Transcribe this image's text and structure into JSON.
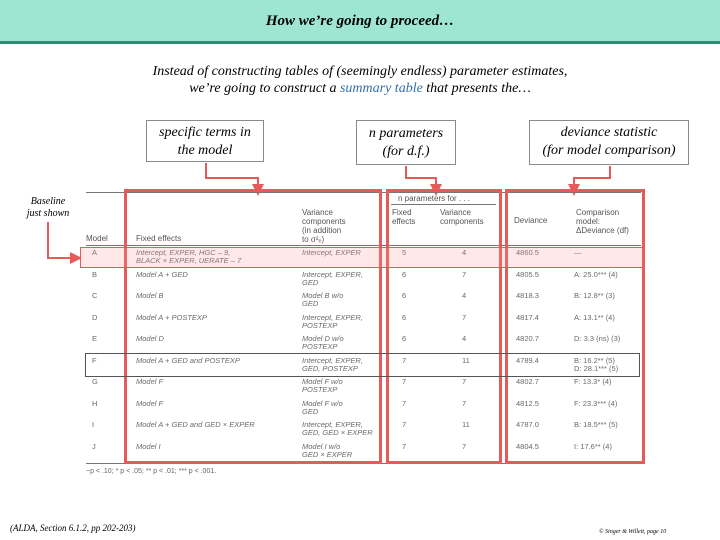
{
  "slide": {
    "title": "How we’re going to proceed…",
    "intro_line1": "Instead of constructing tables of (seemingly endless) parameter estimates,",
    "intro_line2_pre": "we’re going to construct a ",
    "intro_line2_highlight": "summary table",
    "intro_line2_post": " that presents the…",
    "box_terms_line1": "specific terms in",
    "box_terms_line2": "the model",
    "box_params_line1": "n parameters",
    "box_params_line2": "(for d.f.)",
    "box_dev_line1": "deviance statistic",
    "box_dev_line2": "(for model comparison)",
    "side_note_line1": "Baseline",
    "side_note_line2": "just shown",
    "footer_left": "(ALDA, Section 6.1.2, pp 202-203)",
    "footer_right": "© Singer & Willett, page 10",
    "accent_red": "#e85a5a",
    "title_bg": "#9ee6d2"
  },
  "table": {
    "group_header": "n parameters for . . .",
    "headers": {
      "model": "Model",
      "fixed": "Fixed effects",
      "variance_line1": "Variance",
      "variance_line2": "components",
      "variance_line3": "(in addition",
      "variance_line4": "to σ²ₑ)",
      "n_fixed_line1": "Fixed",
      "n_fixed_line2": "effects",
      "n_var_line1": "Variance",
      "n_var_line2": "components",
      "deviance": "Deviance",
      "comparison_line1": "Comparison",
      "comparison_line2": "model:",
      "comparison_line3": "ΔDeviance (df)"
    },
    "rows": [
      {
        "model": "A",
        "fixed1": "Intercept, EXPER, HGC – 9,",
        "fixed2": "BLACK × EXPER, UERATE – 7",
        "var1": "Intercept, EXPER",
        "var2": "",
        "nf": "5",
        "nv": "4",
        "dev": "4860.5",
        "cmp1": "—",
        "cmp2": ""
      },
      {
        "model": "B",
        "fixed1": "Model A + GED",
        "fixed2": "",
        "var1": "Intercept, EXPER,",
        "var2": "GED",
        "nf": "6",
        "nv": "7",
        "dev": "4805.5",
        "cmp1": "A: 25.0*** (4)",
        "cmp2": ""
      },
      {
        "model": "C",
        "fixed1": "Model B",
        "fixed2": "",
        "var1": "Model B w/o",
        "var2": "GED",
        "nf": "6",
        "nv": "4",
        "dev": "4818.3",
        "cmp1": "B: 12.8** (3)",
        "cmp2": ""
      },
      {
        "model": "D",
        "fixed1": "Model A + POSTEXP",
        "fixed2": "",
        "var1": "Intercept, EXPER,",
        "var2": "POSTEXP",
        "nf": "6",
        "nv": "7",
        "dev": "4817.4",
        "cmp1": "A: 13.1** (4)",
        "cmp2": ""
      },
      {
        "model": "E",
        "fixed1": "Model D",
        "fixed2": "",
        "var1": "Model D w/o",
        "var2": "POSTEXP",
        "nf": "6",
        "nv": "4",
        "dev": "4820.7",
        "cmp1": "D: 3.3 (ns) (3)",
        "cmp2": ""
      },
      {
        "model": "F",
        "fixed1": "Model A + GED and POSTEXP",
        "fixed2": "",
        "var1": "Intercept, EXPER,",
        "var2": "GED, POSTEXP",
        "nf": "7",
        "nv": "11",
        "dev": "4789.4",
        "cmp1": "B: 16.2** (5)",
        "cmp2": "D: 28.1*** (5)"
      },
      {
        "model": "G",
        "fixed1": "Model F",
        "fixed2": "",
        "var1": "Model F w/o",
        "var2": "POSTEXP",
        "nf": "7",
        "nv": "7",
        "dev": "4802.7",
        "cmp1": "F: 13.3* (4)",
        "cmp2": ""
      },
      {
        "model": "H",
        "fixed1": "Model F",
        "fixed2": "",
        "var1": "Model F w/o",
        "var2": "GED",
        "nf": "7",
        "nv": "7",
        "dev": "4812.5",
        "cmp1": "F: 23.3*** (4)",
        "cmp2": ""
      },
      {
        "model": "I",
        "fixed1": "Model A + GED and GED × EXPER",
        "fixed2": "",
        "var1": "Intercept, EXPER,",
        "var2": "GED, GED × EXPER",
        "nf": "7",
        "nv": "11",
        "dev": "4787.0",
        "cmp1": "B: 18.5*** (5)",
        "cmp2": ""
      },
      {
        "model": "J",
        "fixed1": "Model I",
        "fixed2": "",
        "var1": "Model I w/o",
        "var2": "GED × EXPER",
        "nf": "7",
        "nv": "7",
        "dev": "4804.5",
        "cmp1": "I: 17.6** (4)",
        "cmp2": ""
      }
    ],
    "footnote": "~p < .10; * p < .05; ** p < .01; *** p < .001."
  }
}
